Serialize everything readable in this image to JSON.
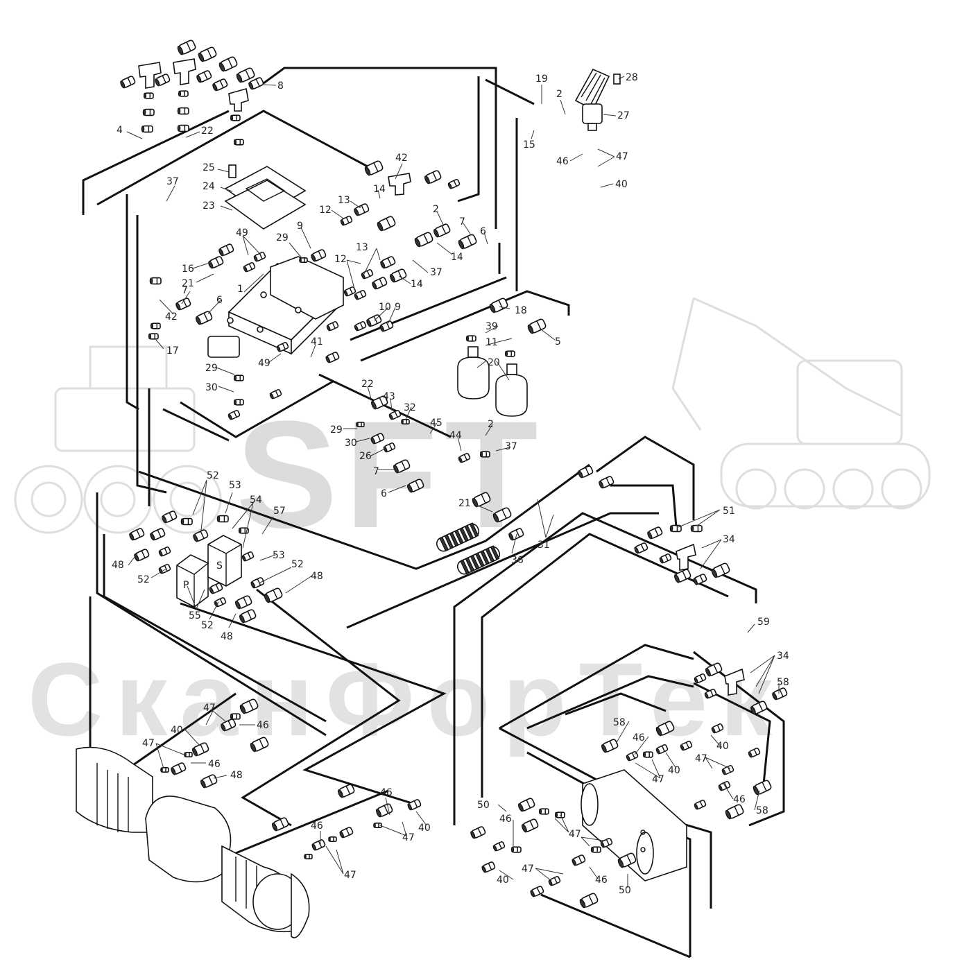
{
  "watermark": {
    "logo_text": "SFT",
    "company_text": "СканФорТек",
    "color": "#dcdcdc"
  },
  "colors": {
    "line": "#111111",
    "background": "#ffffff",
    "watermark": "#dcdcdc"
  },
  "callouts": [
    {
      "id": "c8",
      "label": "8"
    },
    {
      "id": "c4",
      "label": "4"
    },
    {
      "id": "c22a",
      "label": "22"
    },
    {
      "id": "c19",
      "label": "19"
    },
    {
      "id": "c2a",
      "label": "2"
    },
    {
      "id": "c28",
      "label": "28"
    },
    {
      "id": "c27",
      "label": "27"
    },
    {
      "id": "c15",
      "label": "15"
    },
    {
      "id": "c46a",
      "label": "46"
    },
    {
      "id": "c47a",
      "label": "47"
    },
    {
      "id": "c40a",
      "label": "40"
    },
    {
      "id": "c25",
      "label": "25"
    },
    {
      "id": "c24",
      "label": "24"
    },
    {
      "id": "c23",
      "label": "23"
    },
    {
      "id": "c37a",
      "label": "37"
    },
    {
      "id": "c42a",
      "label": "42"
    },
    {
      "id": "c14a",
      "label": "14"
    },
    {
      "id": "c13a",
      "label": "13"
    },
    {
      "id": "c12a",
      "label": "12"
    },
    {
      "id": "c2b",
      "label": "2"
    },
    {
      "id": "c7a",
      "label": "7"
    },
    {
      "id": "c6a",
      "label": "6"
    },
    {
      "id": "c49a",
      "label": "49"
    },
    {
      "id": "c29a",
      "label": "29"
    },
    {
      "id": "c9a",
      "label": "9"
    },
    {
      "id": "c13b",
      "label": "13"
    },
    {
      "id": "c14b",
      "label": "14"
    },
    {
      "id": "c37b",
      "label": "37"
    },
    {
      "id": "c16",
      "label": "16"
    },
    {
      "id": "c21a",
      "label": "21"
    },
    {
      "id": "c1",
      "label": "1"
    },
    {
      "id": "c12b",
      "label": "12"
    },
    {
      "id": "c14c",
      "label": "14"
    },
    {
      "id": "c7b",
      "label": "7"
    },
    {
      "id": "c6b",
      "label": "6"
    },
    {
      "id": "c42b",
      "label": "42"
    },
    {
      "id": "c10",
      "label": "10"
    },
    {
      "id": "c9b",
      "label": "9"
    },
    {
      "id": "c18",
      "label": "18"
    },
    {
      "id": "c39",
      "label": "39"
    },
    {
      "id": "c11",
      "label": "11"
    },
    {
      "id": "c5",
      "label": "5"
    },
    {
      "id": "c20",
      "label": "20"
    },
    {
      "id": "c17",
      "label": "17"
    },
    {
      "id": "c41",
      "label": "41"
    },
    {
      "id": "c29b",
      "label": "29"
    },
    {
      "id": "c49b",
      "label": "49"
    },
    {
      "id": "c30a",
      "label": "30"
    },
    {
      "id": "c22b",
      "label": "22"
    },
    {
      "id": "c43",
      "label": "43"
    },
    {
      "id": "c32",
      "label": "32"
    },
    {
      "id": "c45",
      "label": "45"
    },
    {
      "id": "c2c",
      "label": "2"
    },
    {
      "id": "c29c",
      "label": "29"
    },
    {
      "id": "c30b",
      "label": "30"
    },
    {
      "id": "c44",
      "label": "44"
    },
    {
      "id": "c37c",
      "label": "37"
    },
    {
      "id": "c26",
      "label": "26"
    },
    {
      "id": "c7c",
      "label": "7"
    },
    {
      "id": "c6c",
      "label": "6"
    },
    {
      "id": "c52a",
      "label": "52"
    },
    {
      "id": "c53a",
      "label": "53"
    },
    {
      "id": "c54",
      "label": "54"
    },
    {
      "id": "c57",
      "label": "57"
    },
    {
      "id": "c21b",
      "label": "21"
    },
    {
      "id": "c51",
      "label": "51"
    },
    {
      "id": "c31",
      "label": "31"
    },
    {
      "id": "c34a",
      "label": "34"
    },
    {
      "id": "c36",
      "label": "36"
    },
    {
      "id": "c48a",
      "label": "48"
    },
    {
      "id": "c52b",
      "label": "52"
    },
    {
      "id": "c53b",
      "label": "53"
    },
    {
      "id": "c52c",
      "label": "52"
    },
    {
      "id": "c48b",
      "label": "48"
    },
    {
      "id": "c55",
      "label": "55"
    },
    {
      "id": "c52d",
      "label": "52"
    },
    {
      "id": "c48c",
      "label": "48"
    },
    {
      "id": "c59",
      "label": "59"
    },
    {
      "id": "c34b",
      "label": "34"
    },
    {
      "id": "c58a",
      "label": "58"
    },
    {
      "id": "c47b",
      "label": "47"
    },
    {
      "id": "c46b",
      "label": "46"
    },
    {
      "id": "c40b",
      "label": "40"
    },
    {
      "id": "c47c",
      "label": "47"
    },
    {
      "id": "c46c",
      "label": "46"
    },
    {
      "id": "c48d",
      "label": "48"
    },
    {
      "id": "c58b",
      "label": "58"
    },
    {
      "id": "c46d",
      "label": "46"
    },
    {
      "id": "c40c",
      "label": "40"
    },
    {
      "id": "c47d",
      "label": "47"
    },
    {
      "id": "c40d",
      "label": "40"
    },
    {
      "id": "c47e",
      "label": "47"
    },
    {
      "id": "c46e",
      "label": "46"
    },
    {
      "id": "c58c",
      "label": "58"
    },
    {
      "id": "c50a",
      "label": "50"
    },
    {
      "id": "c46f",
      "label": "46"
    },
    {
      "id": "c40e",
      "label": "40"
    },
    {
      "id": "c46g",
      "label": "46"
    },
    {
      "id": "c47f",
      "label": "47"
    },
    {
      "id": "c46h",
      "label": "46"
    },
    {
      "id": "c47g",
      "label": "47"
    },
    {
      "id": "c47h",
      "label": "47"
    },
    {
      "id": "c40f",
      "label": "40"
    },
    {
      "id": "c47i",
      "label": "47"
    },
    {
      "id": "c46i",
      "label": "46"
    },
    {
      "id": "c50b",
      "label": "50"
    },
    {
      "id": "c40g",
      "label": "40"
    }
  ],
  "block_letters": {
    "p_block": "P",
    "s_block": "S"
  }
}
